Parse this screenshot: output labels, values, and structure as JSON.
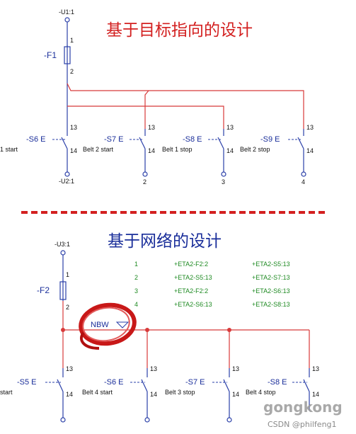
{
  "top": {
    "title": "基于目标指向的设计",
    "title_color": "#d32020",
    "supply_label": "-U1:1",
    "fuse_label": "-F1",
    "fuse_pin_top": "1",
    "fuse_pin_bottom": "2",
    "return_label": "-U2:1",
    "switches": [
      {
        "tag": "-S6 E",
        "desc": "1 start",
        "pin_top": "13",
        "pin_bottom": "14",
        "bottom": ""
      },
      {
        "tag": "-S7 E",
        "desc": "Belt 2 start",
        "pin_top": "13",
        "pin_bottom": "14",
        "bottom": "2"
      },
      {
        "tag": "-S8 E",
        "desc": "Belt 1 stop",
        "pin_top": "13",
        "pin_bottom": "14",
        "bottom": "3"
      },
      {
        "tag": "-S9 E",
        "desc": "Belt 2 stop",
        "pin_top": "13",
        "pin_bottom": "14",
        "bottom": "4"
      }
    ]
  },
  "bottom": {
    "title": "基于网络的设计",
    "title_color": "#1a2e9a",
    "supply_label": "-U3:1",
    "fuse_label": "-F2",
    "fuse_pin_top": "1",
    "fuse_pin_bottom": "2",
    "bus_label": "NBW",
    "table": [
      {
        "n": "1",
        "a": "+ETA2-F2:2",
        "b": "+ETA2-S5:13"
      },
      {
        "n": "2",
        "a": "+ETA2-S5:13",
        "b": "+ETA2-S7:13"
      },
      {
        "n": "3",
        "a": "+ETA2-F2:2",
        "b": "+ETA2-S6:13"
      },
      {
        "n": "4",
        "a": "+ETA2-S6:13",
        "b": "+ETA2-S8:13"
      }
    ],
    "switches": [
      {
        "tag": "-S5 E",
        "desc": "start",
        "pin_top": "13",
        "pin_bottom": "14"
      },
      {
        "tag": "-S6 E",
        "desc": "Belt 4 start",
        "pin_top": "13",
        "pin_bottom": "14"
      },
      {
        "tag": "-S7 E",
        "desc": "Belt 3 stop",
        "pin_top": "13",
        "pin_bottom": "14"
      },
      {
        "tag": "-S8 E",
        "desc": "Belt 4 stop",
        "pin_top": "13",
        "pin_bottom": "14"
      }
    ]
  },
  "watermark": {
    "brand": "gongkong",
    "credit": "CSDN @philfeng1"
  },
  "colors": {
    "wire_red": "#d83a3a",
    "symbol_blue": "#2a3fa8",
    "divider": "#d32020",
    "table_green": "#1e8a22"
  }
}
